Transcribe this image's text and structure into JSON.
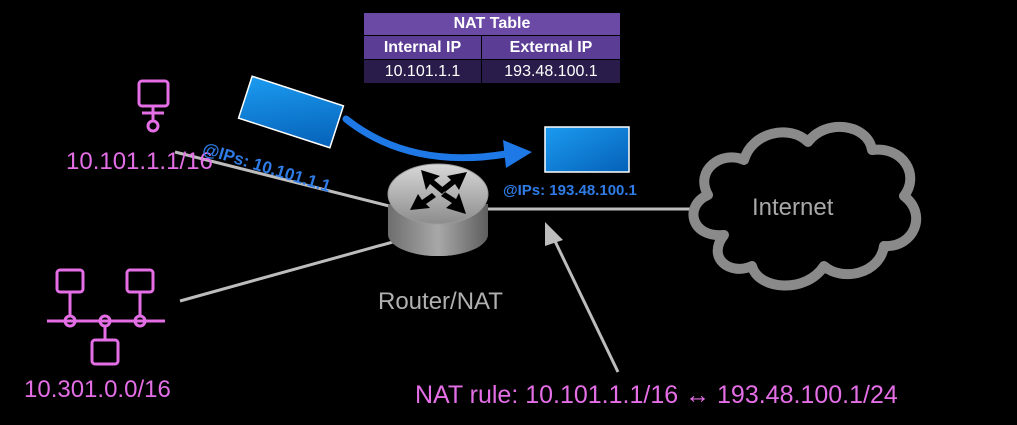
{
  "nat_table": {
    "title": "NAT Table",
    "headers": [
      "Internal IP",
      "External IP"
    ],
    "rows": [
      [
        "10.101.1.1",
        "193.48.100.1"
      ]
    ]
  },
  "host": {
    "label": "10.101.1.1/16"
  },
  "network": {
    "label": "10.301.0.0/16"
  },
  "router": {
    "label": "Router/NAT"
  },
  "internet": {
    "label": "Internet"
  },
  "packet_internal": {
    "label": "@IPs: 10.101.1.1"
  },
  "packet_external": {
    "label": "@IPs: 193.48.100.1"
  },
  "nat_rule": {
    "label": "NAT rule: 10.101.1.1/16 ↔ 193.48.100.1/24"
  },
  "colors": {
    "device": "#e46ee6",
    "link": "#bdbdbd",
    "packet": "#0a7fd6",
    "packet_label": "#2f7ce6",
    "table_title": "#6b4aa6",
    "table_header": "#5c3d96",
    "table_cell": "#2a1c4a"
  }
}
